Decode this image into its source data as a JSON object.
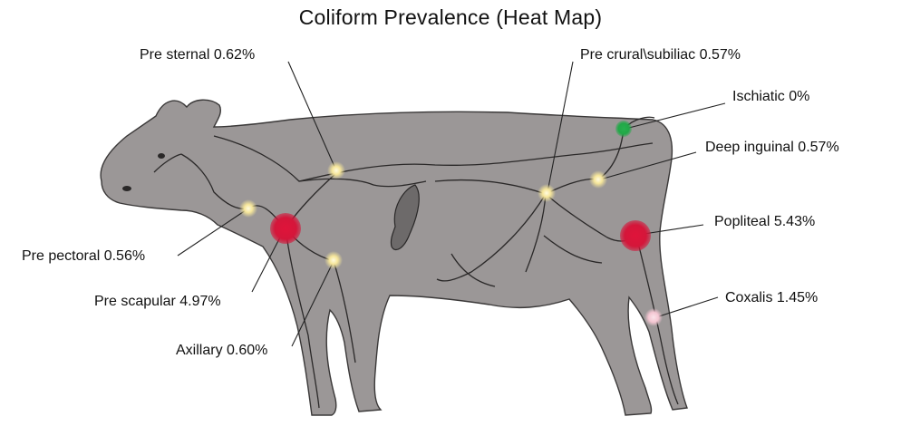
{
  "title": "Coliform Prevalence (Heat Map)",
  "colors": {
    "body_fill": "#9b9797",
    "body_stroke": "#3a3838",
    "vessel": "#2a2828",
    "high": "#d4163a",
    "moderate": "#f2e49a",
    "low_pink": "#f4c6d2",
    "zero": "#22a848"
  },
  "nodes": [
    {
      "id": "pre-sternal",
      "label": "Pre sternal 0.62%",
      "name": "Pre sternal",
      "value": 0.62,
      "color": "moderate"
    },
    {
      "id": "pre-crural",
      "label": "Pre crural\\subiliac  0.57%",
      "name": "Pre crural\\subiliac",
      "value": 0.57,
      "color": "moderate"
    },
    {
      "id": "ischiatic",
      "label": "Ischiatic 0%",
      "name": "Ischiatic",
      "value": 0,
      "color": "zero"
    },
    {
      "id": "deep-inguinal",
      "label": "Deep inguinal  0.57%",
      "name": "Deep inguinal",
      "value": 0.57,
      "color": "moderate"
    },
    {
      "id": "popliteal",
      "label": "Popliteal 5.43%",
      "name": "Popliteal",
      "value": 5.43,
      "color": "high"
    },
    {
      "id": "pre-pectoral",
      "label": "Pre pectoral 0.56%",
      "name": "Pre pectoral",
      "value": 0.56,
      "color": "moderate"
    },
    {
      "id": "pre-scapular",
      "label": "Pre scapular 4.97%",
      "name": "Pre scapular",
      "value": 4.97,
      "color": "high"
    },
    {
      "id": "coxalis",
      "label": "Coxalis 1.45%",
      "name": "Coxalis",
      "value": 1.45,
      "color": "low_pink"
    },
    {
      "id": "axillary",
      "label": "Axillary 0.60%",
      "name": "Axillary",
      "value": 0.6,
      "color": "moderate"
    }
  ]
}
